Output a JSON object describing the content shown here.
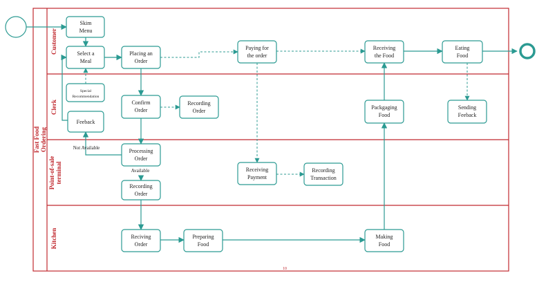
{
  "pool": {
    "label_line1": "Fast Food",
    "label_line2": "Ordering",
    "footer_mark": "10"
  },
  "lanes": {
    "customer": "Customer",
    "clerk": "Clerk",
    "pos_line1": "Point-of-sale",
    "pos_line2": "terminal",
    "kitchen": "Kitchen"
  },
  "nodes": {
    "skim_menu": [
      "Skim",
      "Menu"
    ],
    "select_meal": [
      "Select a",
      "Meal"
    ],
    "special_recommendation": [
      "Special",
      "Recommendation"
    ],
    "feedback": [
      "Feeback"
    ],
    "placing_order": [
      "Placing an",
      "Order"
    ],
    "paying": [
      "Paying for",
      "the order"
    ],
    "receiving_food": [
      "Receiving",
      "the Food"
    ],
    "eating_food": [
      "Eating",
      "Food"
    ],
    "confirm_order": [
      "Confirm",
      "Order"
    ],
    "recording_order_clerk": [
      "Recording",
      "Order"
    ],
    "packaging_food": [
      "Packgaging",
      "Food"
    ],
    "sending_feedback": [
      "Sending",
      "Feeback"
    ],
    "processing_order": [
      "Processing",
      "Order"
    ],
    "recording_order_pos": [
      "Recording",
      "Order"
    ],
    "receiving_payment": [
      "Receiving",
      "Payment"
    ],
    "recording_transaction": [
      "Recording",
      "Transaction"
    ],
    "reciving_order": [
      "Reciving",
      "Order"
    ],
    "preparing_food": [
      "Preparing",
      "Food"
    ],
    "making_food": [
      "Making",
      "Food"
    ]
  },
  "edge_labels": {
    "not_available": "Not Available",
    "available": "Available"
  },
  "colors": {
    "lane_border": "#c0282e",
    "flow": "#2b9a92"
  }
}
